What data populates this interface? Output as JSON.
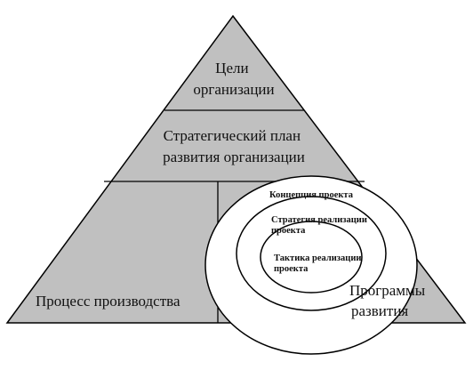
{
  "pyramid": {
    "tier1": [
      "Цели",
      "организации"
    ],
    "tier2": [
      "Стратегический план",
      "развития организации"
    ],
    "bottom_left": "Процесс производства",
    "bottom_right": [
      "Программы",
      "развития"
    ]
  },
  "circles": {
    "outer": "Концепция проекта",
    "middle": [
      "Стратегия реализации",
      "проекта"
    ],
    "inner": [
      "Тактика реализации",
      "проекта"
    ]
  },
  "colors": {
    "fill": "#c0c0c0",
    "stroke": "#000000",
    "circle_fill": "#ffffff"
  }
}
